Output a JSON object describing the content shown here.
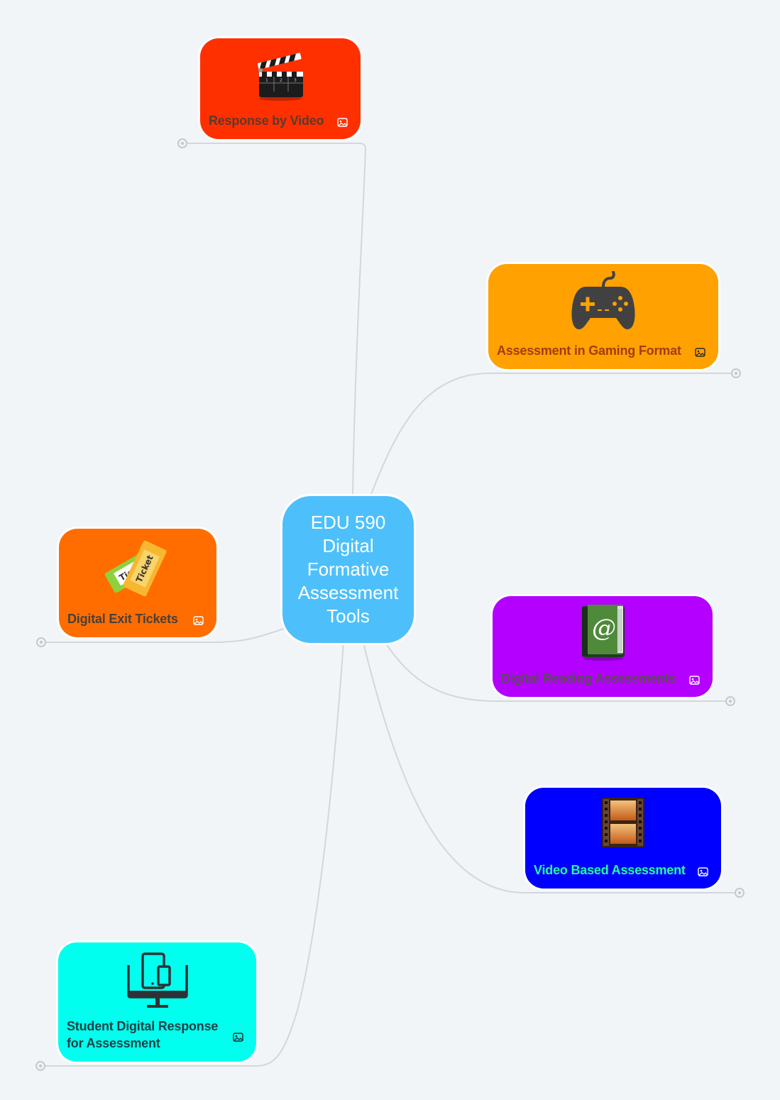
{
  "root": {
    "title": "EDU 590 Digital Formative Assessment Tools",
    "color": "#4dc0fb",
    "text_color": "#ffffff"
  },
  "connector_color": "#d2d7dc",
  "background_color": "#f1f5f8",
  "nodes": [
    {
      "label": "Response by Video",
      "icon": "clapperboard-icon",
      "badge": "image-icon",
      "color": "#ff3000",
      "text_color": "#5b3a2e"
    },
    {
      "label": "Assessment in Gaming Format",
      "icon": "gamepad-icon",
      "badge": "image-icon",
      "color": "#ffa100",
      "text_color": "#a33b16"
    },
    {
      "label": "Digital Exit Tickets",
      "icon": "ticket-icon",
      "badge": "image-icon",
      "color": "#ff6d00",
      "text_color": "#4a3f3a"
    },
    {
      "label": "Digital Reading Assessments",
      "icon": "address-book-icon",
      "badge": "image-icon",
      "color": "#b300ff",
      "text_color": "#5e4a55"
    },
    {
      "label": "Video Based Assessment",
      "icon": "film-strip-icon",
      "badge": "image-icon",
      "color": "#0000ff",
      "text_color": "#20ff9e"
    },
    {
      "label": "Student Digital Response for Assessment",
      "icon": "devices-icon",
      "badge": "image-icon",
      "color": "#00ffee",
      "text_color": "#1f3f45"
    }
  ]
}
